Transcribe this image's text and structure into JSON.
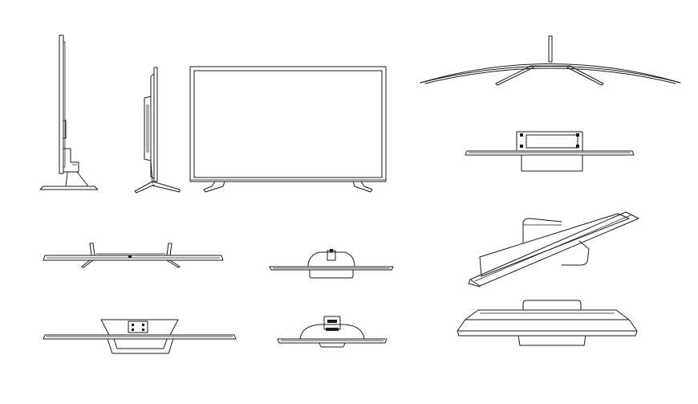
{
  "drawing": {
    "background": "#ffffff",
    "line_color": "#1a1a1a",
    "views": [
      "tv-side-profile-a",
      "tv-side-profile-b",
      "tv-front-elevation",
      "curved-tv-top-plan",
      "tv-top-plan-with-wall-stand",
      "tv-top-plan-with-leg-stand",
      "tv-top-plan-center-stand",
      "tv-perspective-view",
      "tv-top-plan-wide-stand",
      "tv-top-plan-pedestal",
      "tv-top-plan-angled-stand"
    ]
  }
}
